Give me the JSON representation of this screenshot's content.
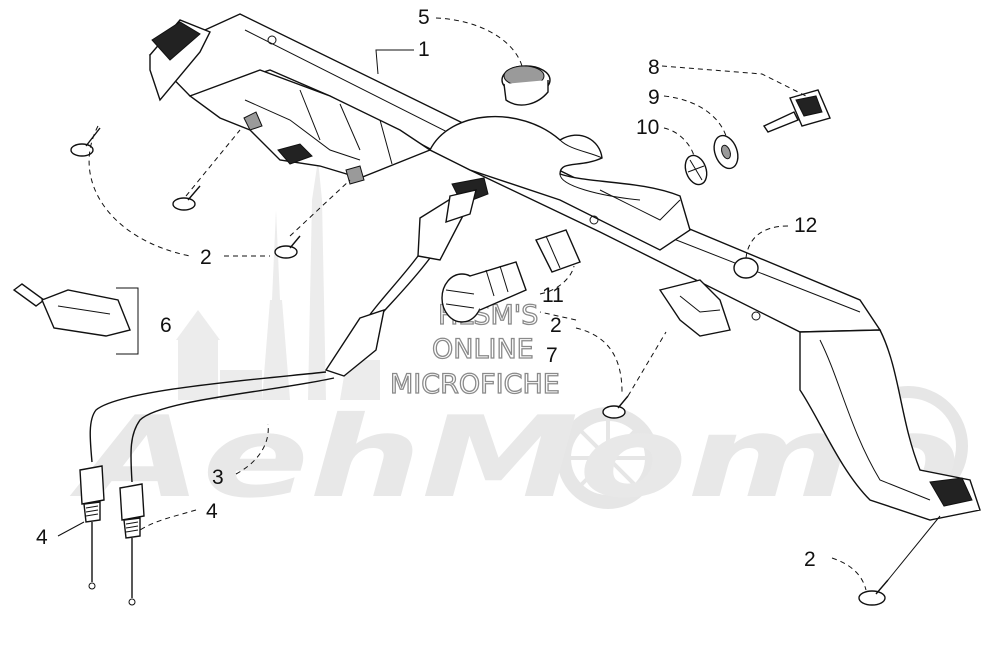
{
  "watermark": {
    "brand": "AehMomo",
    "line1": "HLSM'S",
    "line2": "ONLINE",
    "line3": "MICROFICHE"
  },
  "callouts": [
    {
      "id": "c5",
      "text": "5"
    },
    {
      "id": "c1",
      "text": "1"
    },
    {
      "id": "c8",
      "text": "8"
    },
    {
      "id": "c9",
      "text": "9"
    },
    {
      "id": "c10",
      "text": "10"
    },
    {
      "id": "c12",
      "text": "12"
    },
    {
      "id": "c2a",
      "text": "2"
    },
    {
      "id": "c6",
      "text": "6"
    },
    {
      "id": "c11",
      "text": "11"
    },
    {
      "id": "c2b",
      "text": "2"
    },
    {
      "id": "c7",
      "text": "7"
    },
    {
      "id": "c3",
      "text": "3"
    },
    {
      "id": "c4a",
      "text": "4"
    },
    {
      "id": "c4b",
      "text": "4"
    },
    {
      "id": "c2c",
      "text": "2"
    }
  ]
}
